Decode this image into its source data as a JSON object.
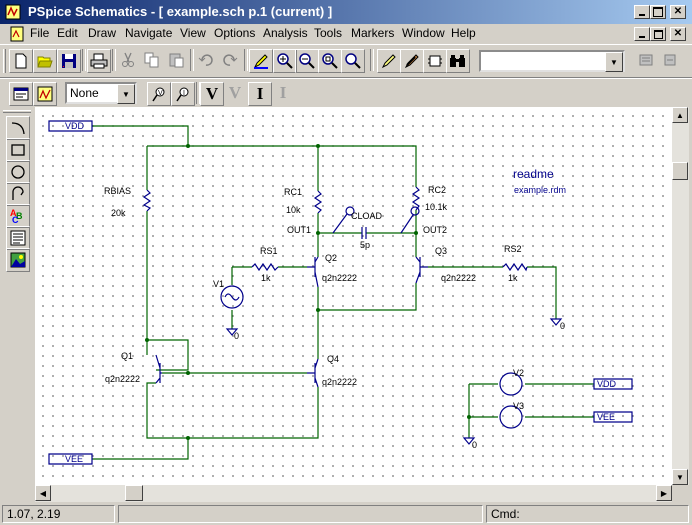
{
  "window": {
    "title": "PSpice Schematics - [ example.sch  p.1 (current) ]",
    "titlebar_buttons": [
      "minimize",
      "maximize",
      "close"
    ],
    "doc_buttons": [
      "minimize",
      "restore",
      "close"
    ]
  },
  "menu": {
    "items": [
      "File",
      "Edit",
      "Draw",
      "Navigate",
      "View",
      "Options",
      "Analysis",
      "Tools",
      "Markers",
      "Window",
      "Help"
    ]
  },
  "toolbar1": {
    "buttons": [
      "new",
      "open",
      "save",
      "print",
      "cut",
      "copy",
      "paste",
      "undo",
      "redo",
      "redraw",
      "zoom-in",
      "zoom-out",
      "zoom-area",
      "zoom-to-fit",
      "draw-wire",
      "draw-bus",
      "draw-block",
      "get-new-part"
    ],
    "part_combo_value": ""
  },
  "toolbar2": {
    "buttons": [
      "edit-attributes",
      "edit-symbol",
      "probe-1",
      "probe-2",
      "voltage-marker",
      "voltage-diff-marker",
      "current-marker",
      "power-marker"
    ],
    "marker_combo_value": "None",
    "marker_letters": [
      "V",
      "V",
      "I",
      "I"
    ]
  },
  "left_toolbar": {
    "buttons": [
      "draw-arc",
      "draw-box",
      "draw-circle",
      "draw-polyline",
      "place-text",
      "place-text-box",
      "insert-picture"
    ]
  },
  "schematic": {
    "labels": {
      "vdd1": "VDD",
      "vee1": "VEE",
      "vdd2": "VDD",
      "vee2": "VEE",
      "rbias": "RBIAS",
      "rbias_val": "20k",
      "rc1": "RC1",
      "rc1_val": "10k",
      "rc2": "RC2",
      "rc2_val": "10.1k",
      "out1": "OUT1",
      "out2": "OUT2",
      "cload": "CLOAD",
      "cload_val": "5p",
      "rs1": "RS1",
      "rs1_val": "1k",
      "rs2": "RS2",
      "rs2_val": "1k",
      "q1": "Q1",
      "q1_model": "q2n2222",
      "q2": "Q2",
      "q2_model": "q2n2222",
      "q3": "Q3",
      "q3_model": "q2n2222",
      "q4": "Q4",
      "q4_model": "q2n2222",
      "v1": "V1",
      "v2": "V2",
      "v3": "V3",
      "gnd1": "0",
      "gnd2": "0",
      "gnd3": "0",
      "readme": "readme",
      "readme_file": "example.rdm"
    },
    "colors": {
      "wire": "#006400",
      "part": "#00008b",
      "text": "#000000",
      "grid_dot": "#7a7a7a"
    }
  },
  "statusbar": {
    "coords": "1.07, 2.19",
    "empty_pane": "",
    "cmd_label": "Cmd:"
  },
  "colors": {
    "title_start": "#0a246a",
    "title_end": "#a6caf0",
    "face": "#d4d0c8"
  }
}
